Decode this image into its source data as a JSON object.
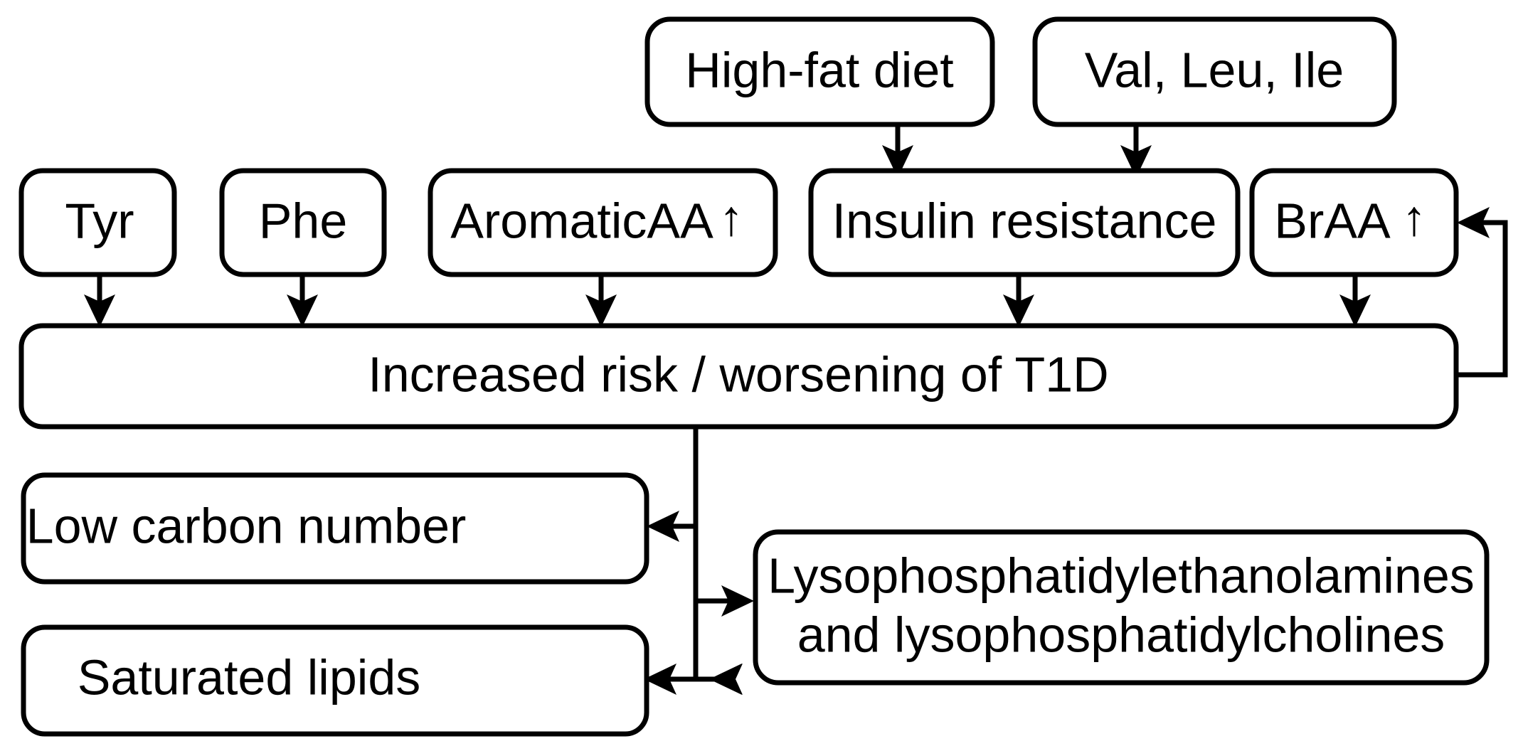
{
  "diagram": {
    "title": "Increased risk / worsening of T1D pathway",
    "stroke_color": "#000000",
    "background_color": "#ffffff",
    "nodes": {
      "high_fat_diet": "High-fat diet",
      "branched_amino_acids": "Val, Leu, Ile",
      "tyr": "Tyr",
      "phe": "Phe",
      "aromatic_aa": "AromaticAA",
      "aromatic_aa_arrow": "↑",
      "insulin_resistance": "Insulin resistance",
      "braa": "BrAA",
      "braa_arrow": "↑",
      "t1d_risk": "Increased risk / worsening of T1D",
      "low_carbon_number": "Low carbon number",
      "saturated_lipids": "Saturated lipids",
      "lyso_line1": "Lysophosphatidylethanolamines",
      "lyso_line2": "and lysophosphatidylcholines"
    },
    "edges": [
      {
        "from": "high_fat_diet",
        "to": "insulin_resistance",
        "direction": "down"
      },
      {
        "from": "branched_amino_acids",
        "to": "insulin_resistance",
        "direction": "down"
      },
      {
        "from": "tyr",
        "to": "t1d_risk",
        "direction": "down"
      },
      {
        "from": "phe",
        "to": "t1d_risk",
        "direction": "down"
      },
      {
        "from": "aromatic_aa",
        "to": "t1d_risk",
        "direction": "down"
      },
      {
        "from": "insulin_resistance",
        "to": "t1d_risk",
        "direction": "down"
      },
      {
        "from": "braa",
        "to": "t1d_risk",
        "direction": "down"
      },
      {
        "from": "t1d_risk",
        "to": "braa",
        "direction": "feedback-right-up"
      },
      {
        "from": "t1d_risk",
        "to": "low_carbon_number",
        "direction": "down-left"
      },
      {
        "from": "t1d_risk",
        "to": "lyso",
        "direction": "down-right"
      },
      {
        "from": "t1d_risk",
        "to": "saturated_lipids",
        "direction": "down-left"
      }
    ]
  }
}
